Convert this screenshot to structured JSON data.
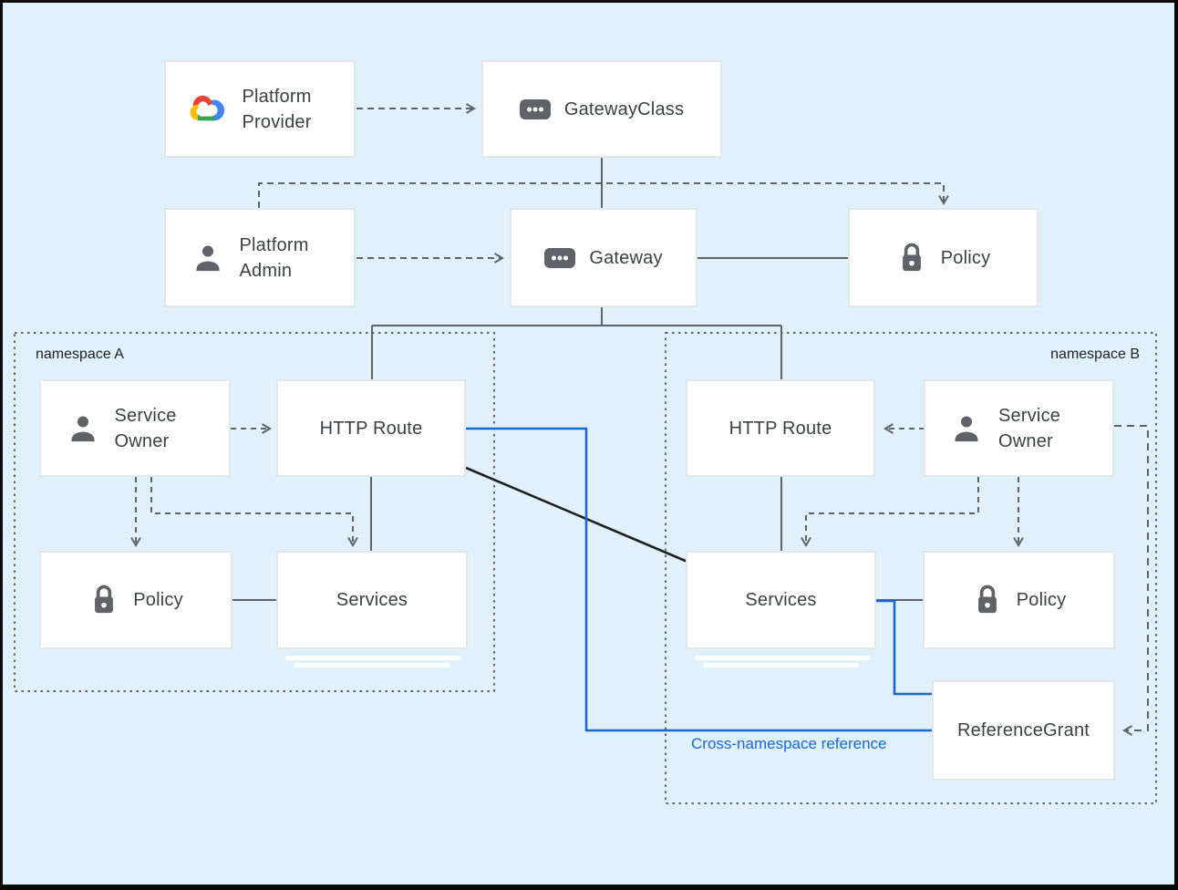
{
  "canvas": {
    "background": "#e1f1fc",
    "frame_color": "#0a0a0a"
  },
  "colors": {
    "line_gray": "#5f6368",
    "line_black": "#202124",
    "line_blue": "#1967d2",
    "box_border": "#e4e7ea",
    "label_text": "#3c4043"
  },
  "nodes": {
    "platform_provider": {
      "label": "Platform Provider",
      "icon": "google-cloud-logo"
    },
    "gateway_class": {
      "label": "GatewayClass",
      "icon": "resource-chip"
    },
    "platform_admin": {
      "label": "Platform Admin",
      "icon": "person"
    },
    "gateway": {
      "label": "Gateway",
      "icon": "resource-chip"
    },
    "policy_top": {
      "label": "Policy",
      "icon": "lock"
    },
    "service_owner_a": {
      "label": "Service Owner",
      "icon": "person"
    },
    "http_route_a": {
      "label": "HTTP Route"
    },
    "policy_a": {
      "label": "Policy",
      "icon": "lock"
    },
    "services_a": {
      "label": "Services"
    },
    "http_route_b": {
      "label": "HTTP Route"
    },
    "service_owner_b": {
      "label": "Service Owner",
      "icon": "person"
    },
    "services_b": {
      "label": "Services"
    },
    "policy_b": {
      "label": "Policy",
      "icon": "lock"
    },
    "reference_grant": {
      "label": "ReferenceGrant"
    }
  },
  "groups": {
    "namespace_a": {
      "label": "namespace A"
    },
    "namespace_b": {
      "label": "namespace B"
    }
  },
  "annotations": {
    "cross_namespace": {
      "label": "Cross-namespace reference"
    }
  }
}
